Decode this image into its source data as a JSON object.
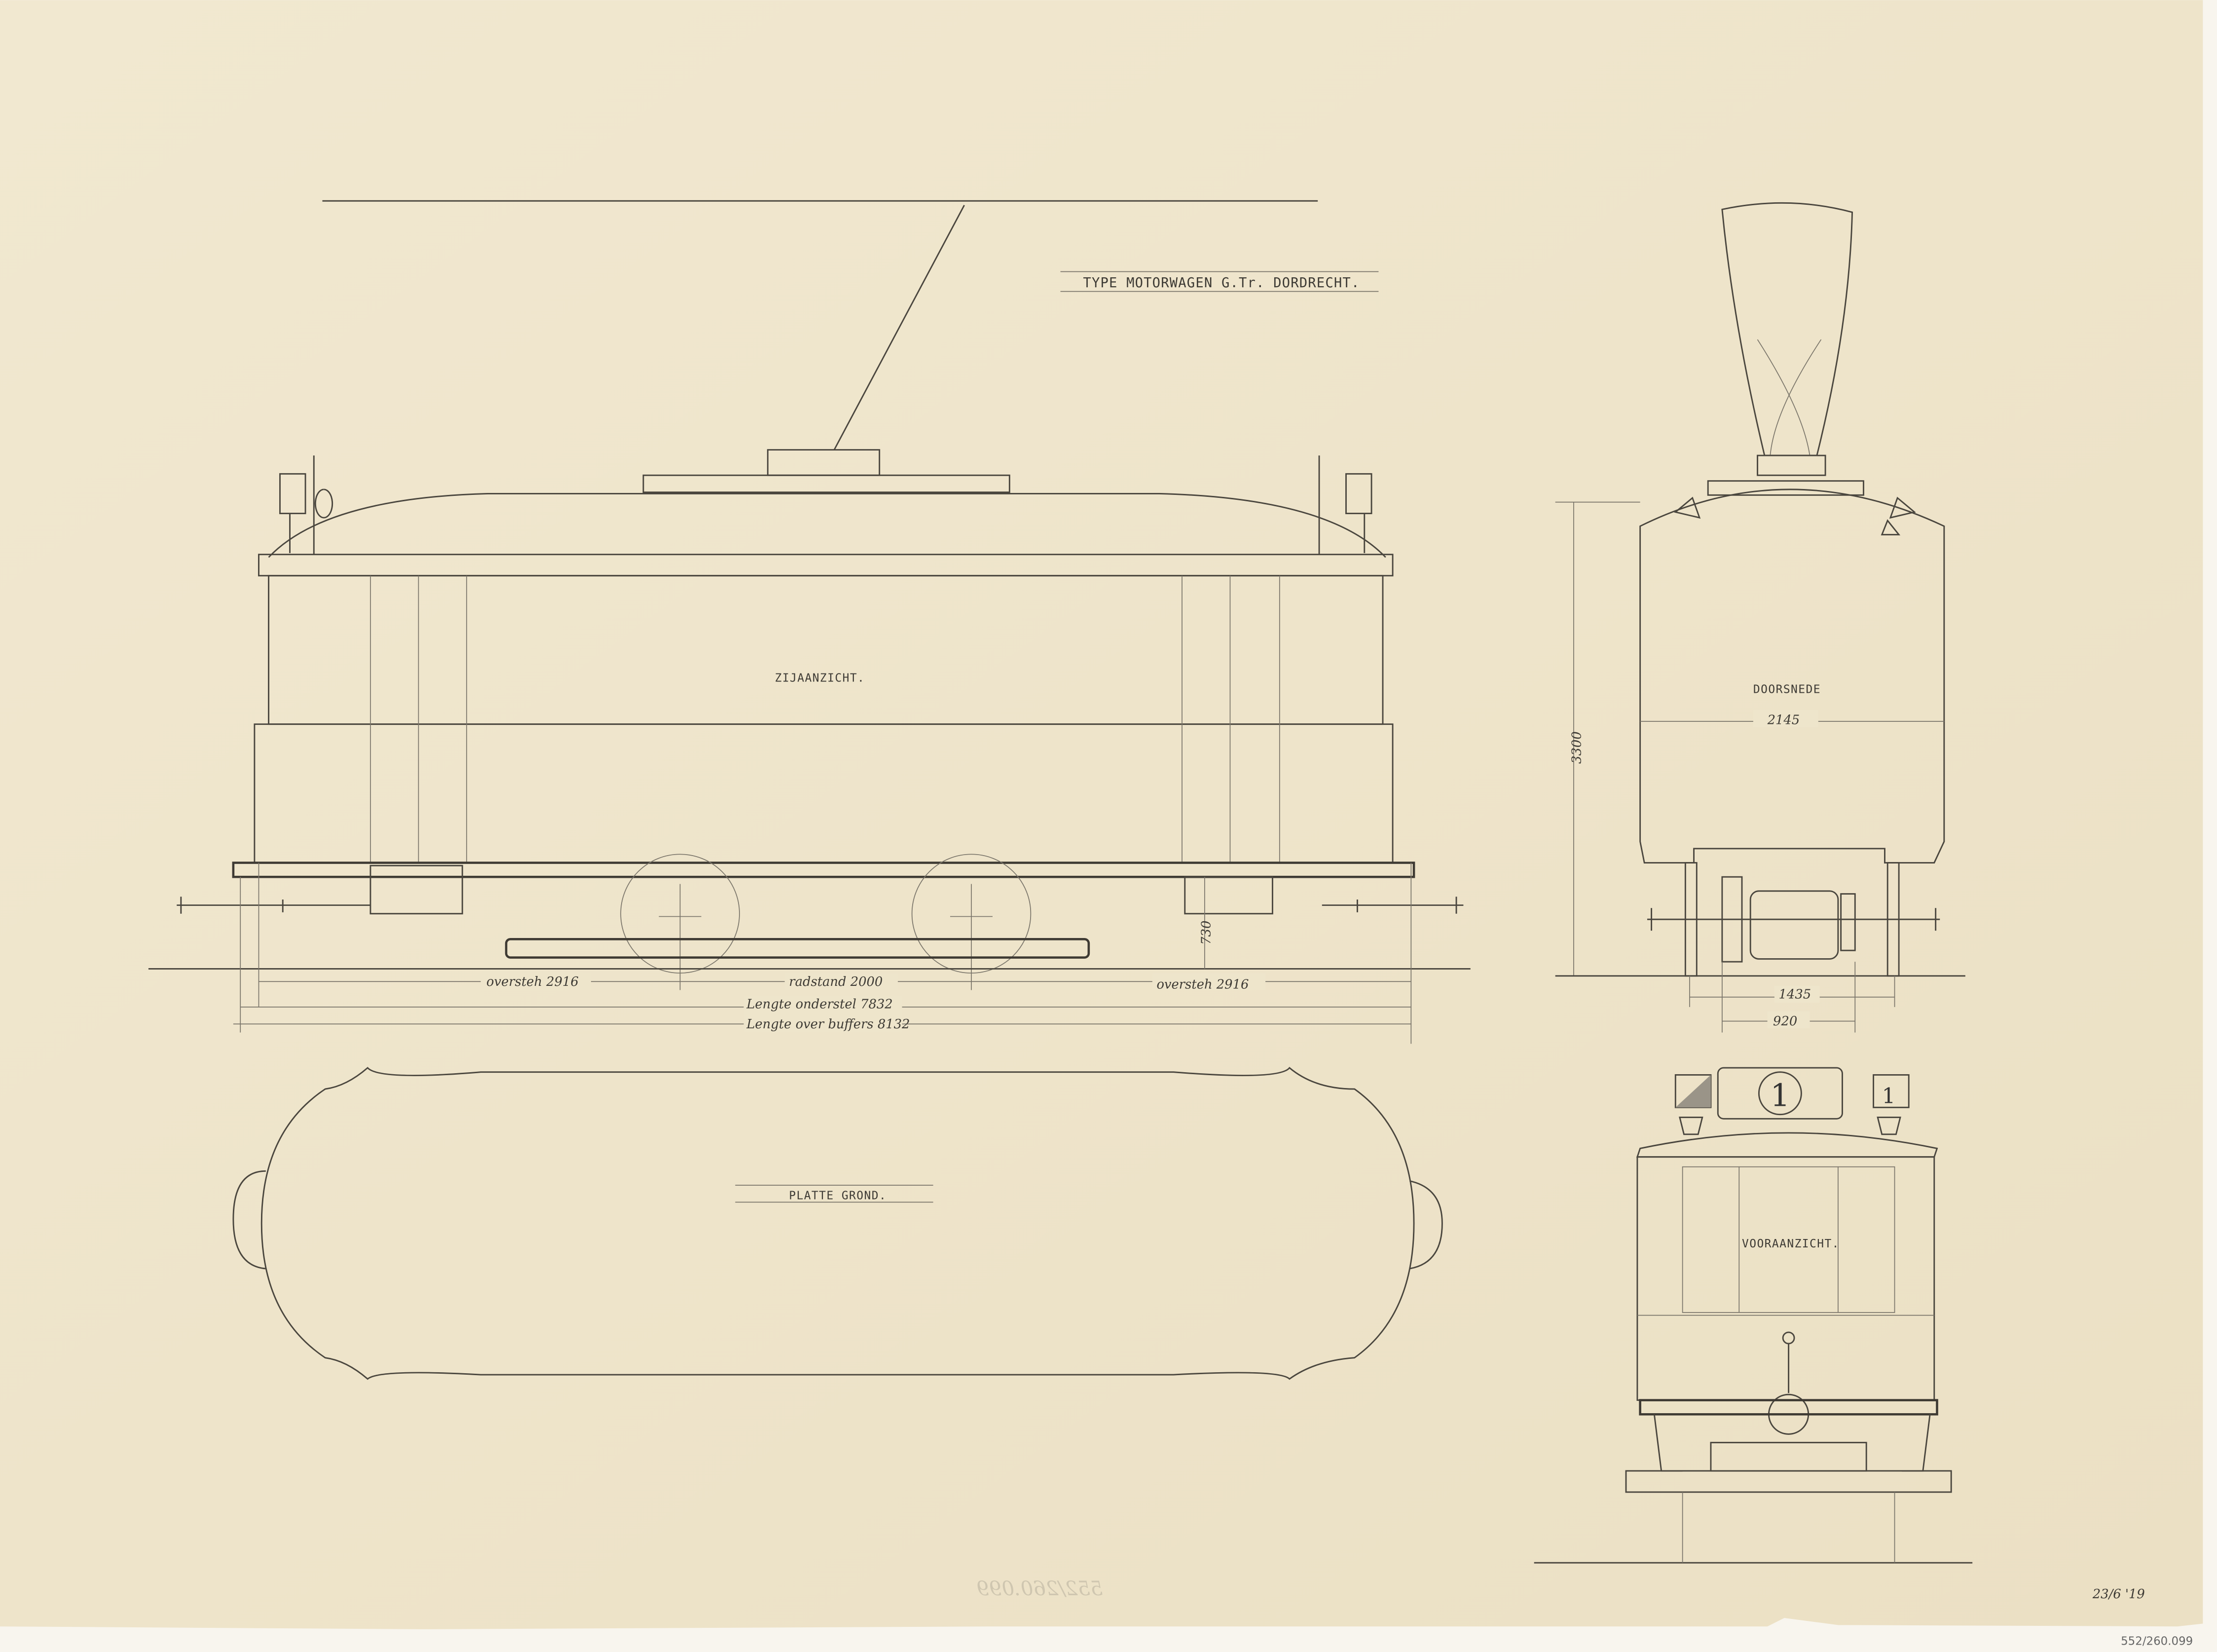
{
  "drawing": {
    "title": "TYPE MOTORWAGEN   G.Tr. DORDRECHT.",
    "views": {
      "side": "ZIJAANZICHT.",
      "plan": "PLATTE GROND.",
      "section": "DOORSNEDE",
      "front": "VOORAANZICHT."
    },
    "dimensions": {
      "overhang_left": "oversteh 2916",
      "wheelbase": "radstand 2000",
      "overhang_right": "oversteh 2916",
      "frame_length": "Lengte onderstel 7832",
      "buffer_length": "Lengte over buffers 8132",
      "floor_height": "730",
      "total_height": "3300",
      "body_width": "2145",
      "gauge": "1435",
      "wheel_inner": "920"
    },
    "front_number": "1",
    "front_side_number": "1",
    "date": "23/6 '19",
    "catalog_number": "552/260.099",
    "ghost_number": "552/260.099"
  },
  "colors": {
    "paper": "#eee3c8",
    "ink": "#3e3a33",
    "margin": "#f8f5ee"
  }
}
